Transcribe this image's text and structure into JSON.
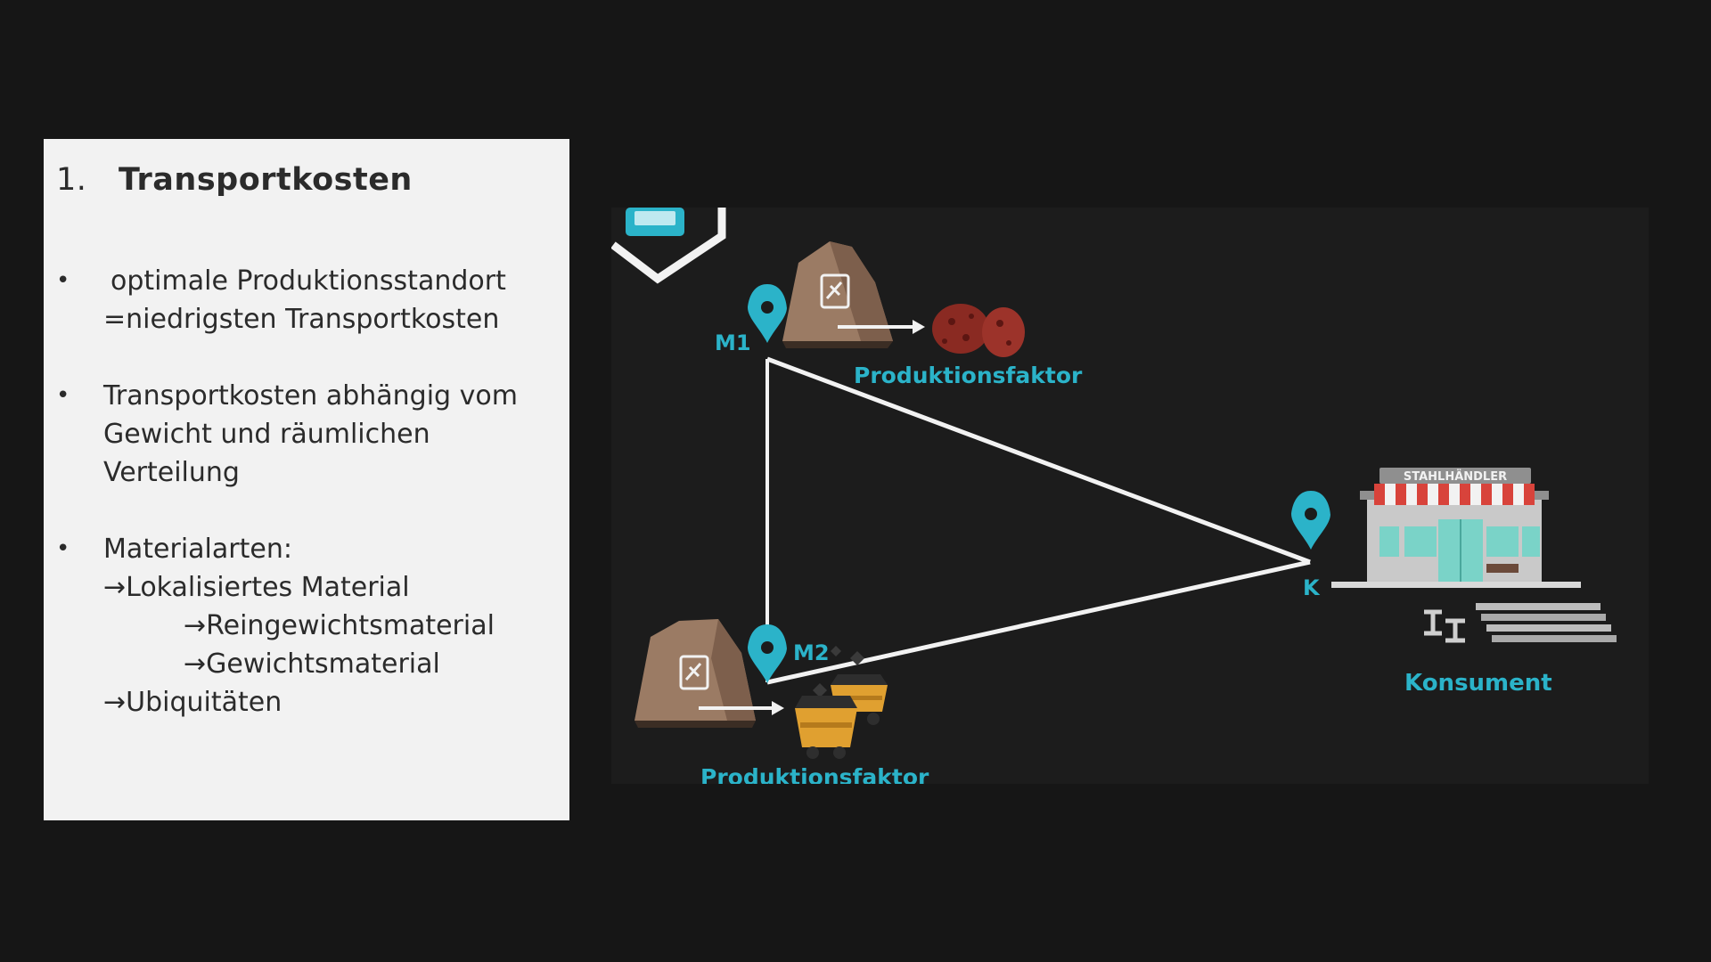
{
  "slide": {
    "number": "1.",
    "title": "Transportkosten",
    "bullets": [
      {
        "lines": [
          "optimale Produktionsstandort",
          "=niedrigsten Transportkosten"
        ]
      },
      {
        "lines": [
          "Transportkosten abhängig vom",
          "Gewicht und  räumlichen",
          "Verteilung"
        ]
      },
      {
        "heading": "Materialarten:",
        "items": [
          "Lokalisiertes Material",
          "Reingewichtsmaterial",
          "Gewichtsmaterial",
          "Ubiquitäten"
        ]
      }
    ],
    "bullet_symbol": "•",
    "arrow_symbol": "→"
  },
  "diagram": {
    "labels": {
      "m1": "M1",
      "m2": "M2",
      "k": "K",
      "factor_top": "Produktionsfaktor",
      "factor_bottom": "Produktionsfaktor",
      "consumer": "Konsument",
      "shop_sign": "STAHLHÄNDLER"
    },
    "colors": {
      "accent": "#2bb3c9",
      "rock": "#9b7b64",
      "ore": "#8a2a22",
      "line": "#f2f2f2",
      "awning_red": "#d8433b",
      "cart": "#e0a030"
    }
  }
}
